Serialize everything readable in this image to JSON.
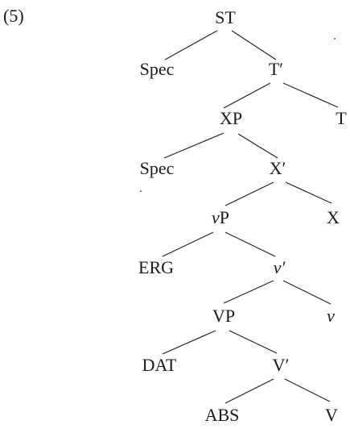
{
  "example_number": "(5)",
  "nodes": {
    "st": "ST",
    "spec1": "Spec",
    "t_bar": "T′",
    "xp": "XP",
    "t": "T",
    "spec2": "Spec",
    "x_bar": "X′",
    "vp_small_v": "v",
    "vp_small_p": "P",
    "x": "X",
    "erg": "ERG",
    "v_bar": "v′",
    "vp": "VP",
    "v": "v",
    "dat": "DAT",
    "big_v_bar": "V′",
    "abs": "ABS",
    "big_v": "V"
  }
}
